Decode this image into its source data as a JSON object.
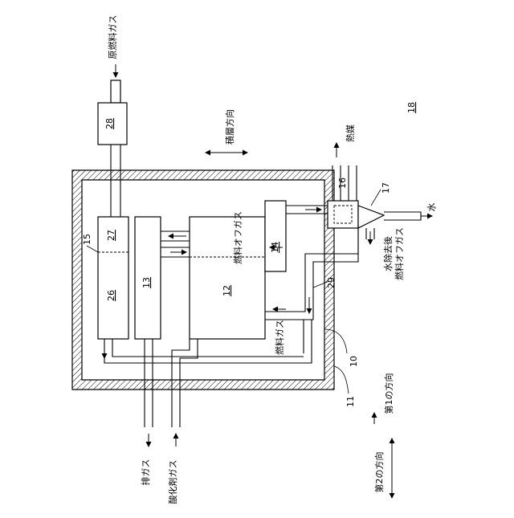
{
  "labels": {
    "raw_fuel_gas": "原燃料ガス",
    "stacking_direction": "積層方向",
    "heat_medium": "熱媒",
    "water": "水",
    "fuel_off_gas": "燃料オフガス",
    "water_removed_line1": "水除去後",
    "water_removed_line2": "燃料オフガス",
    "fuel_gas": "燃料ガス",
    "exhaust_gas": "排ガス",
    "oxidant_gas": "酸化剤ガス",
    "first_direction": "第1の方向",
    "second_direction": "第2の方向"
  },
  "refs": {
    "n10": "10",
    "n11": "11",
    "n12": "12",
    "n13": "13",
    "n14": "14",
    "n15": "15",
    "n16": "16",
    "n17": "17",
    "n18": "18",
    "n26": "26",
    "n27": "27",
    "n28": "28",
    "n29": "29"
  }
}
